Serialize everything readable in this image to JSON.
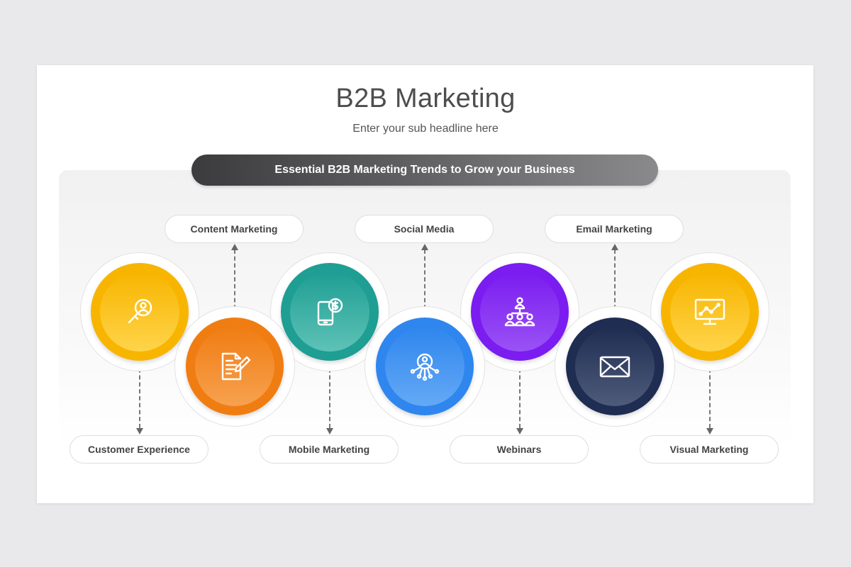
{
  "title": "B2B Marketing",
  "subtitle": "Enter your sub headline here",
  "banner": "Essential B2B Marketing Trends to Grow your Business",
  "top_labels": [
    "Content Marketing",
    "Social Media",
    "Email Marketing"
  ],
  "bottom_labels": [
    "Customer Experience",
    "Mobile Marketing",
    "Webinars",
    "Visual Marketing"
  ],
  "nodes": [
    {
      "icon": "magnifier-user-icon",
      "color_outer": "#f7b500",
      "color_inner": "#ffd44a"
    },
    {
      "icon": "document-pen-icon",
      "color_outer": "#f07d12",
      "color_inner": "#f7a14f"
    },
    {
      "icon": "phone-dollar-icon",
      "color_outer": "#1f9e93",
      "color_inner": "#5ec2b7"
    },
    {
      "icon": "user-network-icon",
      "color_outer": "#2f86ee",
      "color_inner": "#64a9f5"
    },
    {
      "icon": "org-chart-icon",
      "color_outer": "#7b1cf0",
      "color_inner": "#9a52f5"
    },
    {
      "icon": "envelope-icon",
      "color_outer": "#1f2d52",
      "color_inner": "#4e5b7a"
    },
    {
      "icon": "monitor-chart-icon",
      "color_outer": "#f7b500",
      "color_inner": "#ffd44a"
    }
  ]
}
